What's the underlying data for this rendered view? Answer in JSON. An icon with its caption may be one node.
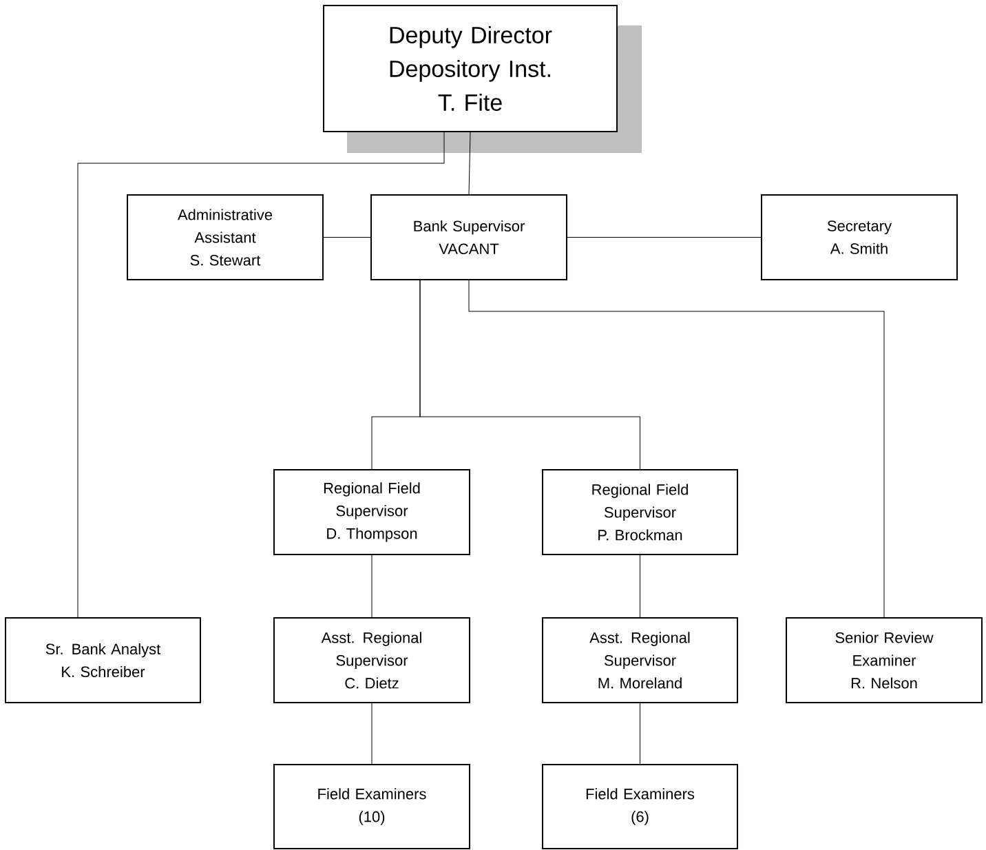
{
  "diagram": {
    "nodes": [
      {
        "text": [
          "Deputy Director Depository Inst.",
          "T. Fite"
        ]
      },
      {
        "text": [
          "Administrative Assistant",
          "S. Stewart"
        ]
      },
      {
        "text": [
          "Bank Supervisor",
          "VACANT"
        ]
      },
      {
        "text": [
          "Secretary",
          "A. Smith"
        ]
      },
      {
        "text": [
          "Regional Field Supervisor",
          "D. Thompson"
        ]
      },
      {
        "text": [
          "Regional Field Supervisor",
          "P. Brockman"
        ]
      },
      {
        "text": [
          "Sr. Bank Analyst",
          "K. Schreiber"
        ]
      },
      {
        "text": [
          "Asst. Regional Supervisor",
          "C. Dietz"
        ]
      },
      {
        "text": [
          "Asst. Regional Supervisor",
          "M. Moreland"
        ]
      },
      {
        "text": [
          "Senior Review Examiner",
          "R. Nelson"
        ]
      },
      {
        "text": [
          "Field Examiners",
          "(10)"
        ]
      },
      {
        "text": [
          "Field Examiners",
          "(6)"
        ]
      }
    ],
    "edges": [
      {
        "from": 0,
        "to": 6,
        "arrow": "none"
      },
      {
        "from": 0,
        "to": 2,
        "arrow": "none"
      },
      {
        "from": 2,
        "to": 1,
        "arrow": "none"
      },
      {
        "from": 2,
        "to": 3,
        "arrow": "none"
      },
      {
        "from": 2,
        "to": 4,
        "arrow": "none"
      },
      {
        "from": 2,
        "to": 5,
        "arrow": "none"
      },
      {
        "from": 2,
        "to": 9,
        "arrow": "none"
      },
      {
        "from": 4,
        "to": 7,
        "arrow": "none"
      },
      {
        "from": 5,
        "to": 8,
        "arrow": "none"
      },
      {
        "from": 7,
        "to": 10,
        "arrow": "none"
      },
      {
        "from": 8,
        "to": 11,
        "arrow": "none"
      }
    ]
  }
}
